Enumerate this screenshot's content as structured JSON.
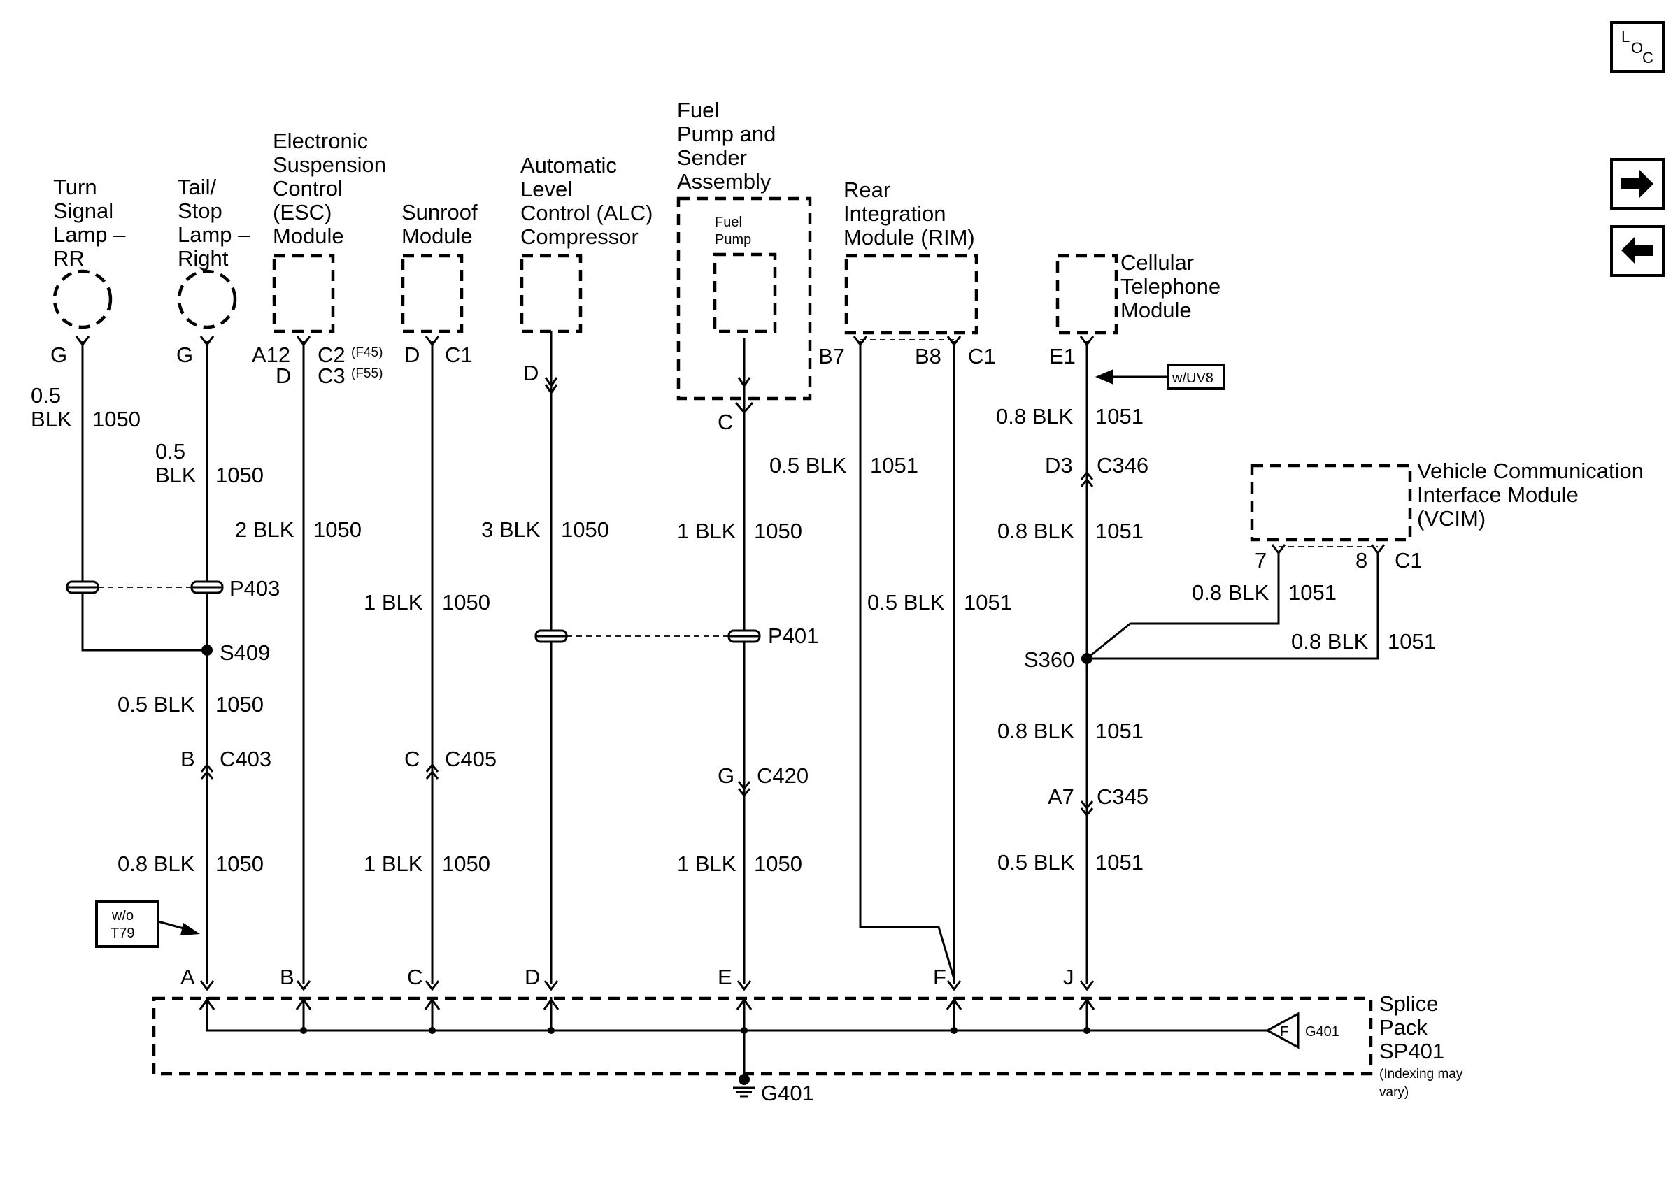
{
  "components": {
    "turn_signal_lamp_rr": [
      "Turn",
      "Signal",
      "Lamp –",
      "RR"
    ],
    "tail_stop_lamp_right": [
      "Tail/",
      "Stop",
      "Lamp –",
      "Right"
    ],
    "esc_module": [
      "Electronic",
      "Suspension",
      "Control",
      "(ESC)",
      "Module"
    ],
    "sunroof_module": [
      "Sunroof",
      "Module"
    ],
    "alc_compressor": [
      "Automatic",
      "Level",
      "Control (ALC)",
      "Compressor"
    ],
    "fuel_pump_sender": [
      "Fuel",
      "Pump and",
      "Sender",
      "Assembly"
    ],
    "fuel_pump": [
      "Fuel",
      "Pump"
    ],
    "rim": [
      "Rear",
      "Integration",
      "Module (RIM)"
    ],
    "cellular_telephone": [
      "Cellular",
      "Telephone",
      "Module"
    ],
    "vcim": [
      "Vehicle Communication",
      "Interface Module",
      "(VCIM)"
    ],
    "splice_pack": [
      "Splice",
      "Pack",
      "SP401"
    ],
    "splice_pack_note": [
      "(Indexing may",
      "vary)"
    ]
  },
  "options": {
    "wo_t79": [
      "w/o",
      "T79"
    ],
    "w_uv8": "w/UV8",
    "f45": "(F45)",
    "f55": "(F55)"
  },
  "pins": {
    "turn_g": "G",
    "tail_g": "G",
    "esc_a12": "A12",
    "esc_d": "D",
    "esc_c2": "C2",
    "esc_c3": "C3",
    "sun_d": "D",
    "sun_c1": "C1",
    "alc_d": "D",
    "fuel_c": "C",
    "rim_b7": "B7",
    "rim_b8": "B8",
    "rim_c1": "C1",
    "cell_e1": "E1",
    "vcim_7": "7",
    "vcim_8": "8",
    "vcim_c1": "C1"
  },
  "wires": {
    "turn_size": [
      "0.5",
      "BLK"
    ],
    "turn_circuit": "1050",
    "tail_size": [
      "0.5",
      "BLK"
    ],
    "tail_circuit": "1050",
    "esc": "2 BLK",
    "esc_circuit": "1050",
    "sun_top": "1 BLK",
    "sun_top_circuit": "1050",
    "alc": "3 BLK",
    "alc_circuit": "1050",
    "fuel_top": "1 BLK",
    "fuel_top_circuit": "1050",
    "rim_b7": "0.5 BLK",
    "rim_b7_circuit": "1051",
    "rim_c1": "0.5 BLK",
    "rim_c1_circuit": "1051",
    "cell_1": "0.8 BLK",
    "cell_1_circuit": "1051",
    "cell_2": "0.8 BLK",
    "cell_2_circuit": "1051",
    "vcim_7": "0.8 BLK",
    "vcim_7_circuit": "1051",
    "vcim_8": "0.8 BLK",
    "vcim_8_circuit": "1051",
    "s409_below": "0.5 BLK",
    "s409_below_circuit": "1050",
    "c403_below": "0.8 BLK",
    "c403_below_circuit": "1050",
    "sun_bottom": "1 BLK",
    "sun_bottom_circuit": "1050",
    "fuel_bottom": "1 BLK",
    "fuel_bottom_circuit": "1050",
    "s360_below": "0.8 BLK",
    "s360_below_circuit": "1051",
    "c345_below": "0.5 BLK",
    "c345_below_circuit": "1051"
  },
  "connectors": {
    "p403": "P403",
    "s409": "S409",
    "p401": "P401",
    "s360": "S360",
    "c403_pin": "B",
    "c403": "C403",
    "c405_pin": "C",
    "c405": "C405",
    "c420_pin": "G",
    "c420": "C420",
    "c346_pin": "D3",
    "c346": "C346",
    "c345_pin": "A7",
    "c345": "C345"
  },
  "splice_pins": [
    "A",
    "B",
    "C",
    "D",
    "E",
    "F",
    "J"
  ],
  "ground": {
    "pin": "F",
    "label": "G401",
    "main": "G401"
  },
  "nav": {
    "loc": "LOC",
    "forward": "forward",
    "back": "back"
  }
}
